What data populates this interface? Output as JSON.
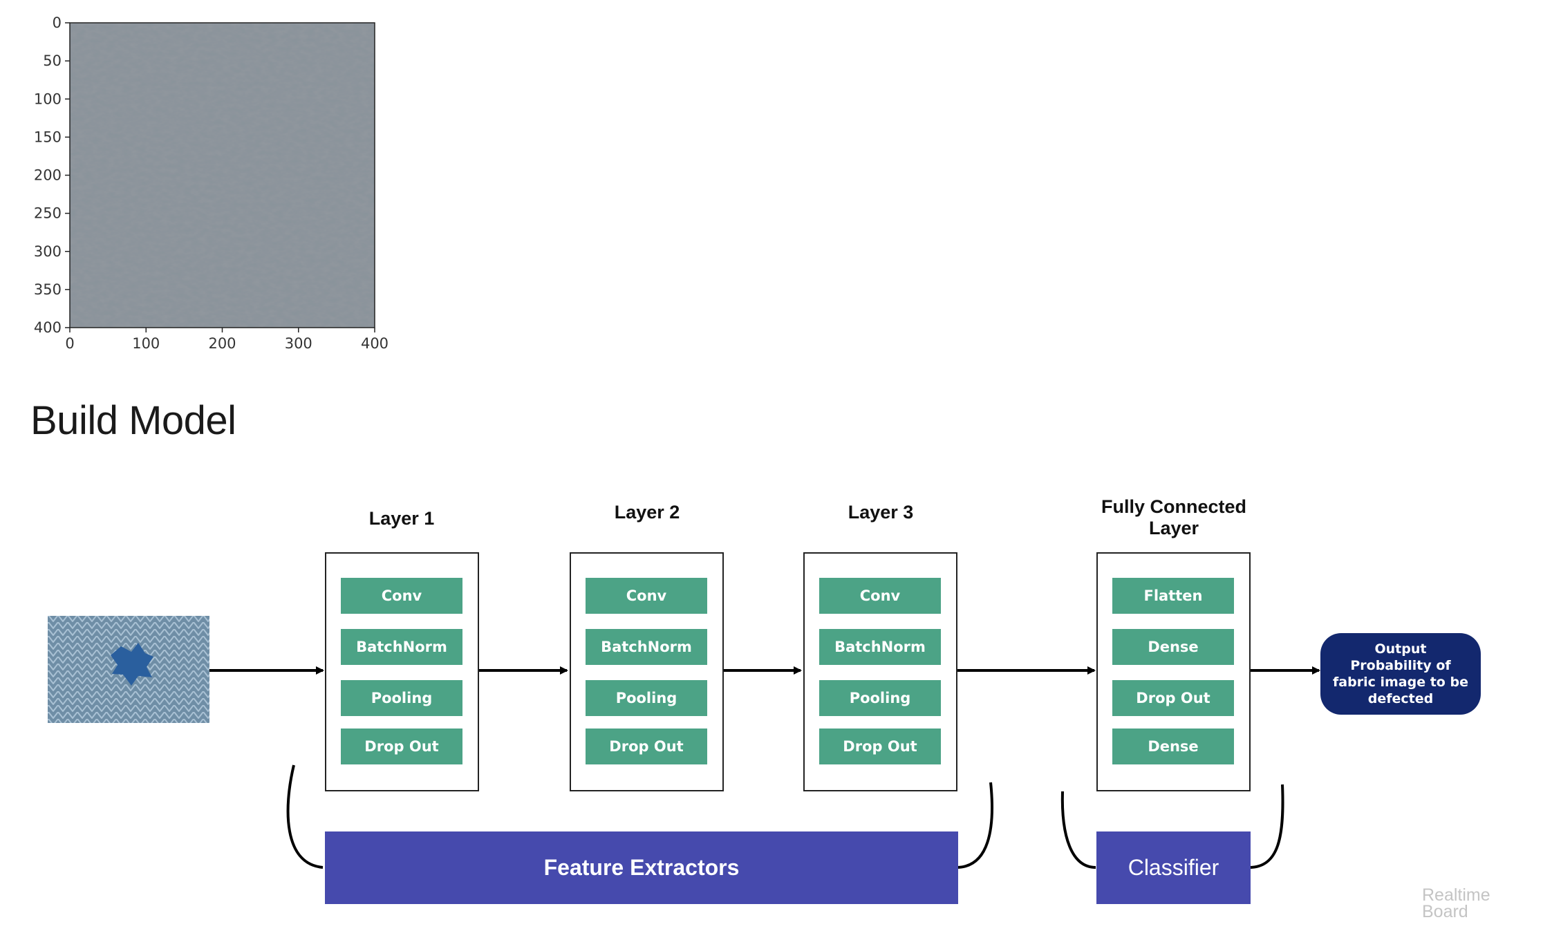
{
  "plot": {
    "y_ticks": [
      "0",
      "50",
      "100",
      "150",
      "200",
      "250",
      "300",
      "350",
      "400"
    ],
    "x_ticks": [
      "0",
      "100",
      "200",
      "300",
      "400"
    ]
  },
  "section_title": "Build Model",
  "layers": [
    {
      "title": "Layer 1",
      "ops": [
        "Conv",
        "BatchNorm",
        "Pooling",
        "Drop Out"
      ]
    },
    {
      "title": "Layer 2",
      "ops": [
        "Conv",
        "BatchNorm",
        "Pooling",
        "Drop Out"
      ]
    },
    {
      "title": "Layer 3",
      "ops": [
        "Conv",
        "BatchNorm",
        "Pooling",
        "Drop Out"
      ]
    },
    {
      "title": "Fully Connected Layer",
      "ops": [
        "Flatten",
        "Dense",
        "Drop Out",
        "Dense"
      ]
    }
  ],
  "feature_band_label": "Feature Extractors",
  "classifier_label": "Classifier",
  "output_label": "Output Probability of fabric image to be defected",
  "watermark": "Realtime Board",
  "colors": {
    "op_fill": "#4ca386",
    "band_fill": "#464aad",
    "output_fill": "#13286e"
  }
}
